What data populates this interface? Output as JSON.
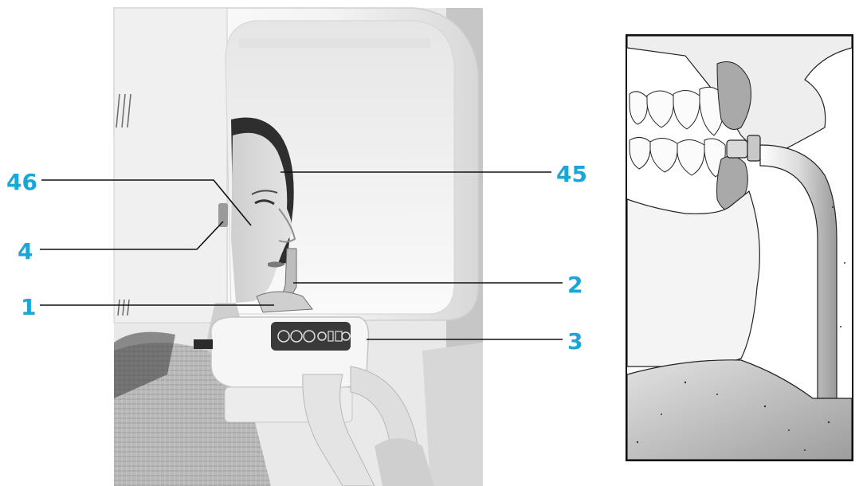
{
  "colors": {
    "callout": "#1aa7d8",
    "leader_line": "#111111",
    "device_white": "#f2f2f2",
    "device_shadow": "#c9c9c9",
    "skin": "#d9d9d9",
    "hair": "#2a2a2a",
    "sweater": "#b5b5b5",
    "panel_dark": "#3a3a3a"
  },
  "callouts": [
    {
      "id": "46",
      "label": "46",
      "target": "nasion-pointer"
    },
    {
      "id": "4",
      "label": "4",
      "target": "forehead-support-tip"
    },
    {
      "id": "45",
      "label": "45",
      "target": "frankfurt-laser-line"
    },
    {
      "id": "2",
      "label": "2",
      "target": "bite-block-stem"
    },
    {
      "id": "1",
      "label": "1",
      "target": "bite-block"
    },
    {
      "id": "3",
      "label": "3",
      "target": "control-panel-side"
    }
  ],
  "panels": {
    "photo": "patient-positioned-in-panoramic-xray-unit",
    "detail": "bite-block-between-incisors-illustration"
  },
  "icons": {
    "control_panel_buttons": [
      "arrow-up-icon",
      "arrow-down-icon",
      "circle-icon",
      "power-icon",
      "menu-icon",
      "screen-icon",
      "updown-icon"
    ]
  }
}
